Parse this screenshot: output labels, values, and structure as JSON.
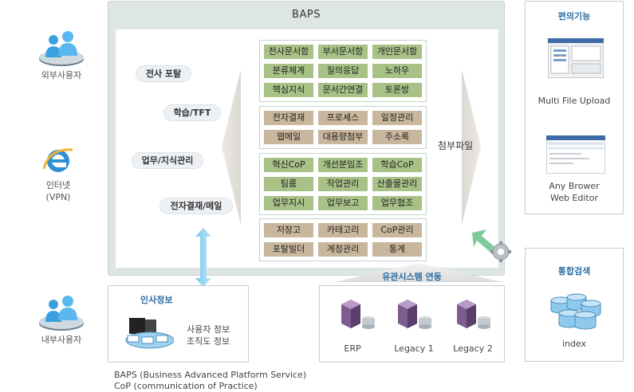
{
  "main": {
    "title": "BAPS"
  },
  "users": {
    "external": "외부사용자",
    "internet": "인터넷\n(VPN)",
    "internal": "내부사용자"
  },
  "channels": [
    "전사 포탈",
    "학습/TFT",
    "업무/지식관리",
    "전자결재/메일"
  ],
  "groups": {
    "g1": [
      "전사문서함",
      "부서문서함",
      "개인문서함",
      "분류체계",
      "질의응답",
      "노하우",
      "핵심지식",
      "문서간연결",
      "토론방"
    ],
    "g2": [
      "전자결재",
      "프로세스",
      "일정관리",
      "웹메일",
      "대용량첨부",
      "주소록"
    ],
    "g3": [
      "혁신CoP",
      "개선분임조",
      "학습CoP",
      "팀룸",
      "작업관리",
      "산출물관리",
      "업무지시",
      "업무보고",
      "업무협조"
    ],
    "g4": [
      "저장고",
      "카테고리",
      "CoP관리",
      "포탈빌더",
      "계정관리",
      "통계"
    ]
  },
  "attachment_label": "첨부파일",
  "convenience": {
    "title": "편의기능",
    "multi_upload": "Multi File Upload",
    "editor": "Any Brower\nWeb Editor"
  },
  "integrated_search": {
    "title": "통합검색",
    "item": "index"
  },
  "hr": {
    "title": "인사정보",
    "lines": "사용자 정보\n조직도 정보"
  },
  "linked_systems": {
    "title": "유관시스템 연동",
    "items": [
      "ERP",
      "Legacy 1",
      "Legacy 2"
    ]
  },
  "notes": [
    "BAPS (Business Advanced Platform Service)",
    "CoP (communication of Practice)"
  ],
  "colors": {
    "green": "#a7c187",
    "tan": "#c8b79c",
    "frame": "#dde6e2",
    "accent": "#2c6fa5"
  }
}
